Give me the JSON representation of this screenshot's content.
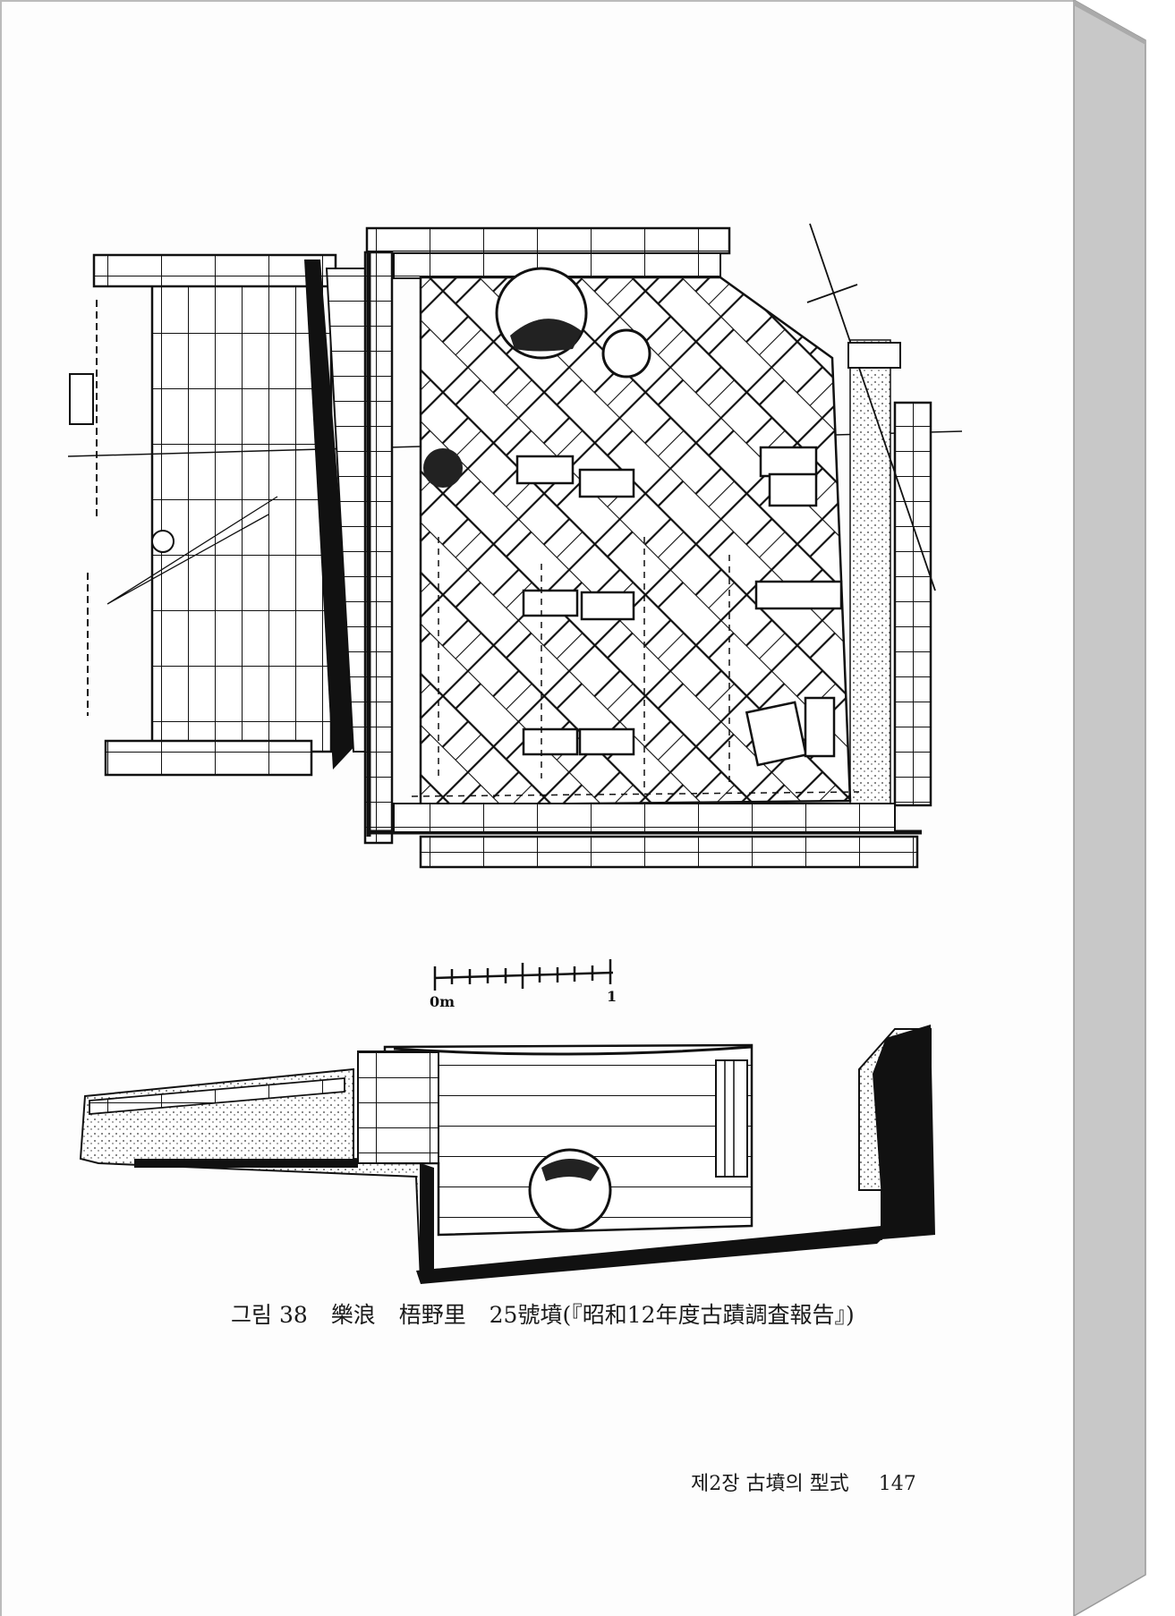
{
  "figure": {
    "caption_label": "그림 38",
    "caption_site": "樂浪",
    "caption_place": "梧野里",
    "caption_title": "25號墳(『昭和12年度古蹟調査報告』)"
  },
  "scale_bar": {
    "start_label": "0m",
    "end_label": "1"
  },
  "footer": {
    "chapter": "제2장 古墳의 型式",
    "page_number": "147"
  },
  "colors": {
    "ink": "#111111",
    "book_edge": "#c8c8c8",
    "paper": "#fdfdfd"
  }
}
